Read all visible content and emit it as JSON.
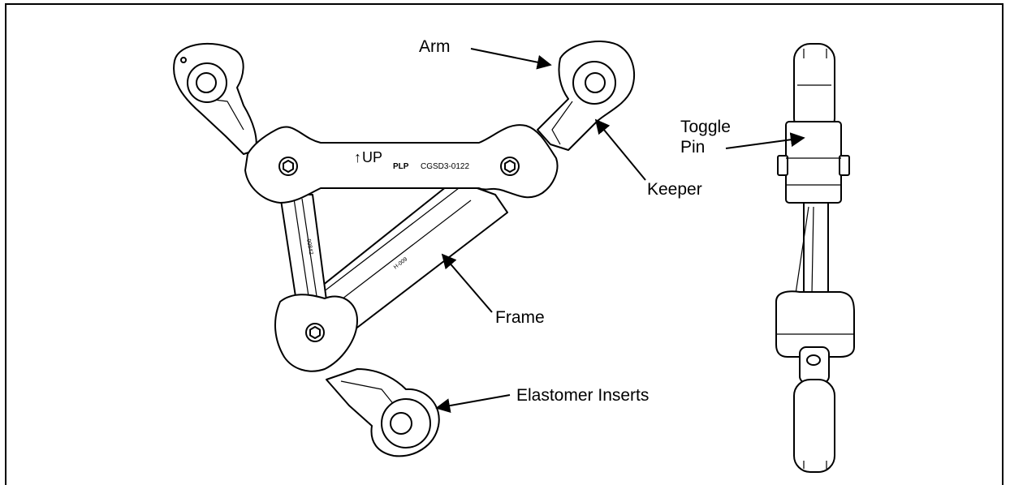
{
  "labels": {
    "arm": "Arm",
    "keeper": "Keeper",
    "toggle_pin_line1": "Toggle",
    "toggle_pin_line2": "Pin",
    "frame": "Frame",
    "elastomer_inserts": "Elastomer Inserts"
  },
  "markings": {
    "up": "UP",
    "up_arrow": "↑",
    "brand": "PLP",
    "part_number": "CGSD3-0122",
    "frame_code_1": "00842",
    "frame_code_2": "H-009"
  }
}
